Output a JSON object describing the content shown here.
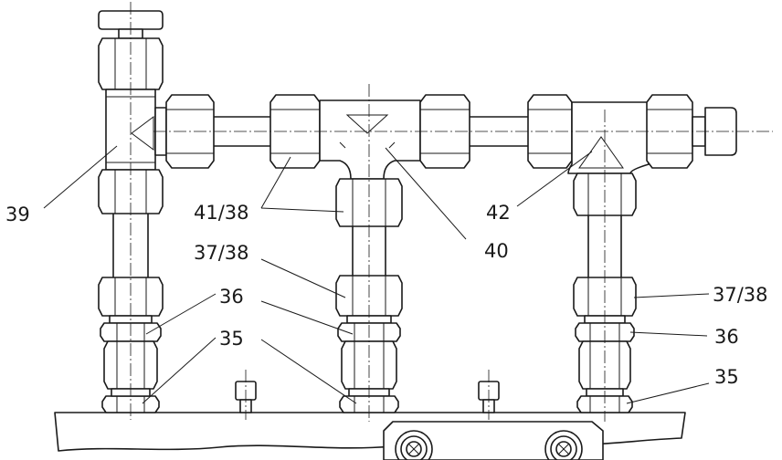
{
  "labels": {
    "l39": "39",
    "l41_38": "41/38",
    "l40": "40",
    "l42": "42",
    "l37_38_left": "37/38",
    "l37_38_right": "37/38",
    "l36_left": "36",
    "l36_right": "36",
    "l35_left": "35",
    "l35_right": "35"
  },
  "colors": {
    "line": "#1a1a1a",
    "background": "#ffffff"
  }
}
